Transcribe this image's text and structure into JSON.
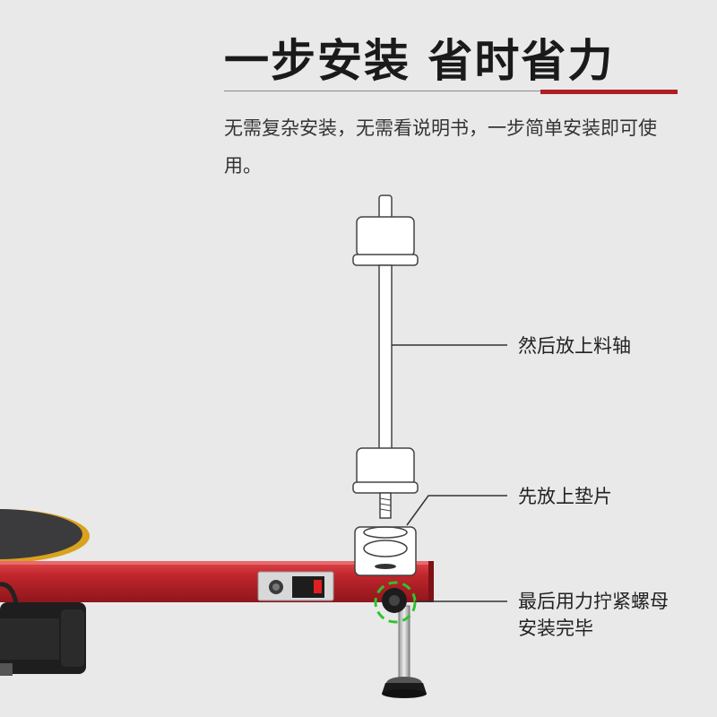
{
  "header": {
    "title": "一步安装 省时省力",
    "description": "无需复杂安装，无需看说明书，一步简单安装即可使用。"
  },
  "callouts": {
    "shaft": "然后放上料轴",
    "washer": "先放上垫片",
    "nut_line1": "最后用力拧紧螺母",
    "nut_line2": "安装完毕"
  },
  "colors": {
    "background": "#e9e9e9",
    "accent_red": "#b11d24",
    "arm_red": "#c0262c",
    "highlight_green": "#2ec42e"
  }
}
